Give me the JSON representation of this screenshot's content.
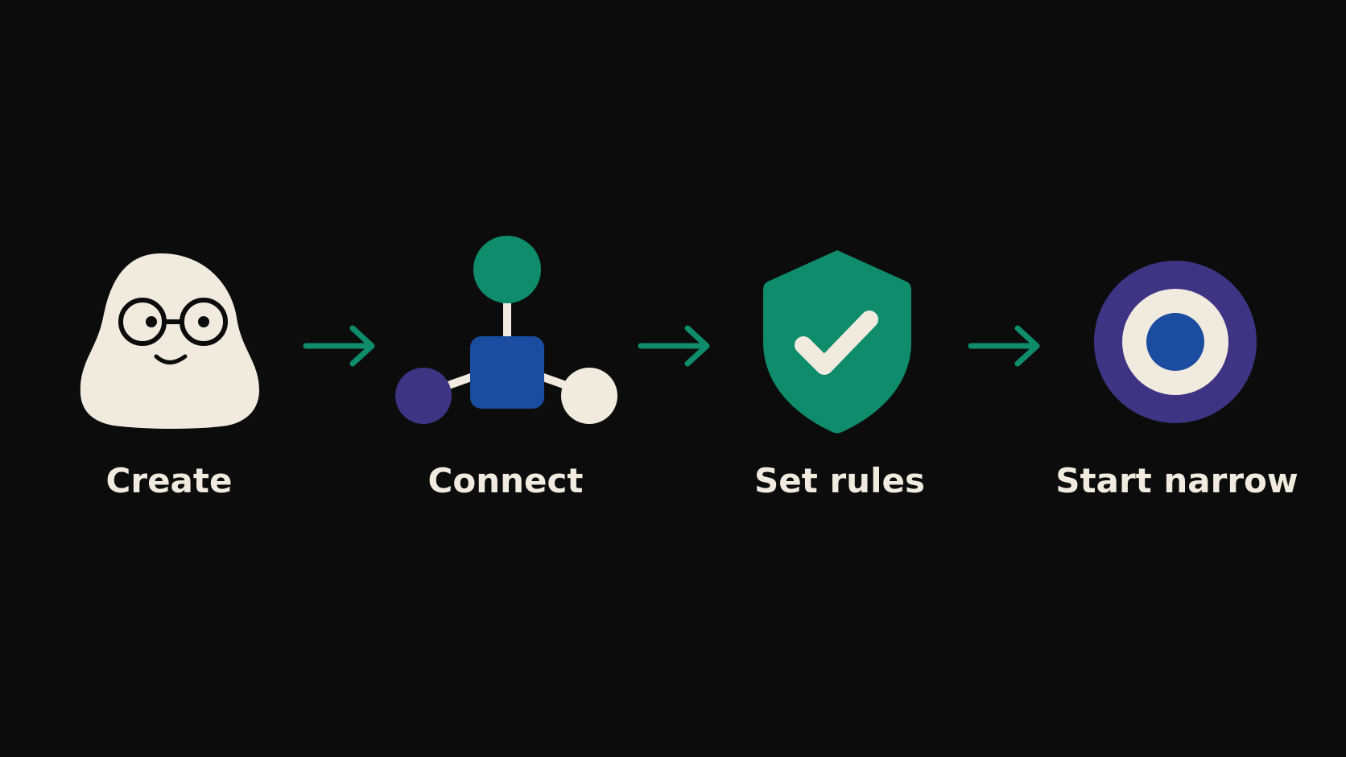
{
  "steps": [
    {
      "label": "Create",
      "icon": "blob-character-with-glasses-icon"
    },
    {
      "label": "Connect",
      "icon": "connected-nodes-icon"
    },
    {
      "label": "Set rules",
      "icon": "shield-checkmark-icon"
    },
    {
      "label": "Start narrow",
      "icon": "target-icon"
    }
  ],
  "colors": {
    "background": "#0c0c0c",
    "cream": "#f1ebdf",
    "green": "#0e8c6b",
    "blue": "#1a4c9f",
    "purple": "#3f3383",
    "arrow": "#0e8c6b"
  }
}
